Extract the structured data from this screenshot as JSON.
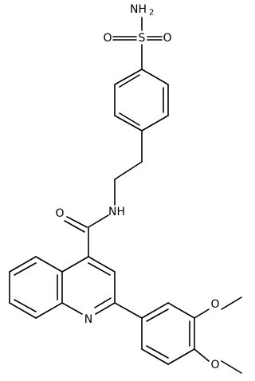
{
  "structure": {
    "atom_labels": {
      "sulfonamide_nitrogen": "NH",
      "sulfonamide_nitrogen_subscript": "2",
      "sulfur": "S",
      "sulfonyl_oxygen_left": "O",
      "sulfonyl_oxygen_right": "O",
      "amide_nitrogen": "NH",
      "amide_oxygen": "O",
      "quinoline_nitrogen": "N",
      "methoxy_oxygen_top": "O",
      "methoxy_oxygen_bottom": "O"
    }
  }
}
